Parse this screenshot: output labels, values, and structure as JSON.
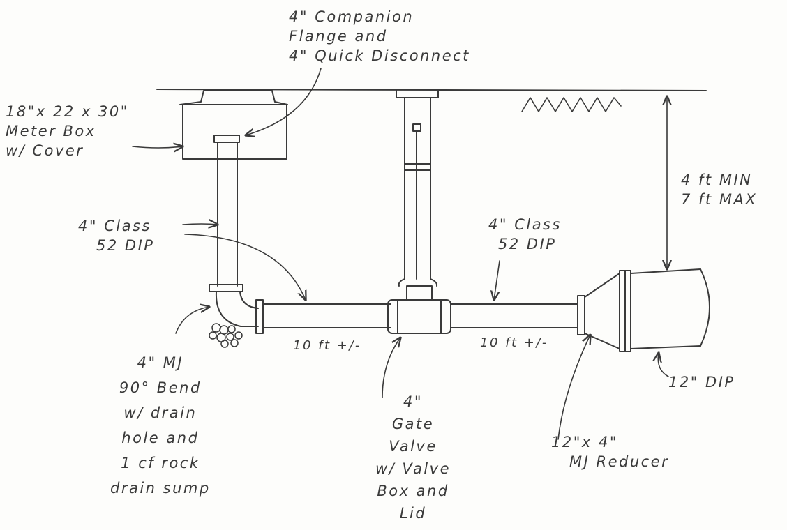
{
  "labels": {
    "flange": [
      "4\" Companion",
      "Flange and",
      "4\" Quick Disconnect"
    ],
    "meter_box": [
      "18\"x 22 x 30\"",
      "Meter Box",
      "w/ Cover"
    ],
    "class_left": [
      "4\" Class",
      "52 DIP"
    ],
    "class_right": [
      "4\" Class",
      "52 DIP"
    ],
    "depth": [
      "4 ft MIN",
      "7 ft MAX"
    ],
    "bend": [
      "4\" MJ",
      "90° Bend",
      "w/ drain",
      "hole and",
      "1 cf rock",
      "drain sump"
    ],
    "gate_valve": [
      "4\"",
      "Gate",
      "Valve",
      "w/ Valve",
      "Box and",
      "Lid"
    ],
    "reducer": [
      "12\"x 4\"",
      "MJ Reducer"
    ],
    "dip12": "12\" DIP",
    "length_left": "10 ft +/-",
    "length_right": "10 ft +/-"
  },
  "colors": {
    "ink": "#3a3a3a",
    "paper": "#fdfdfb"
  }
}
